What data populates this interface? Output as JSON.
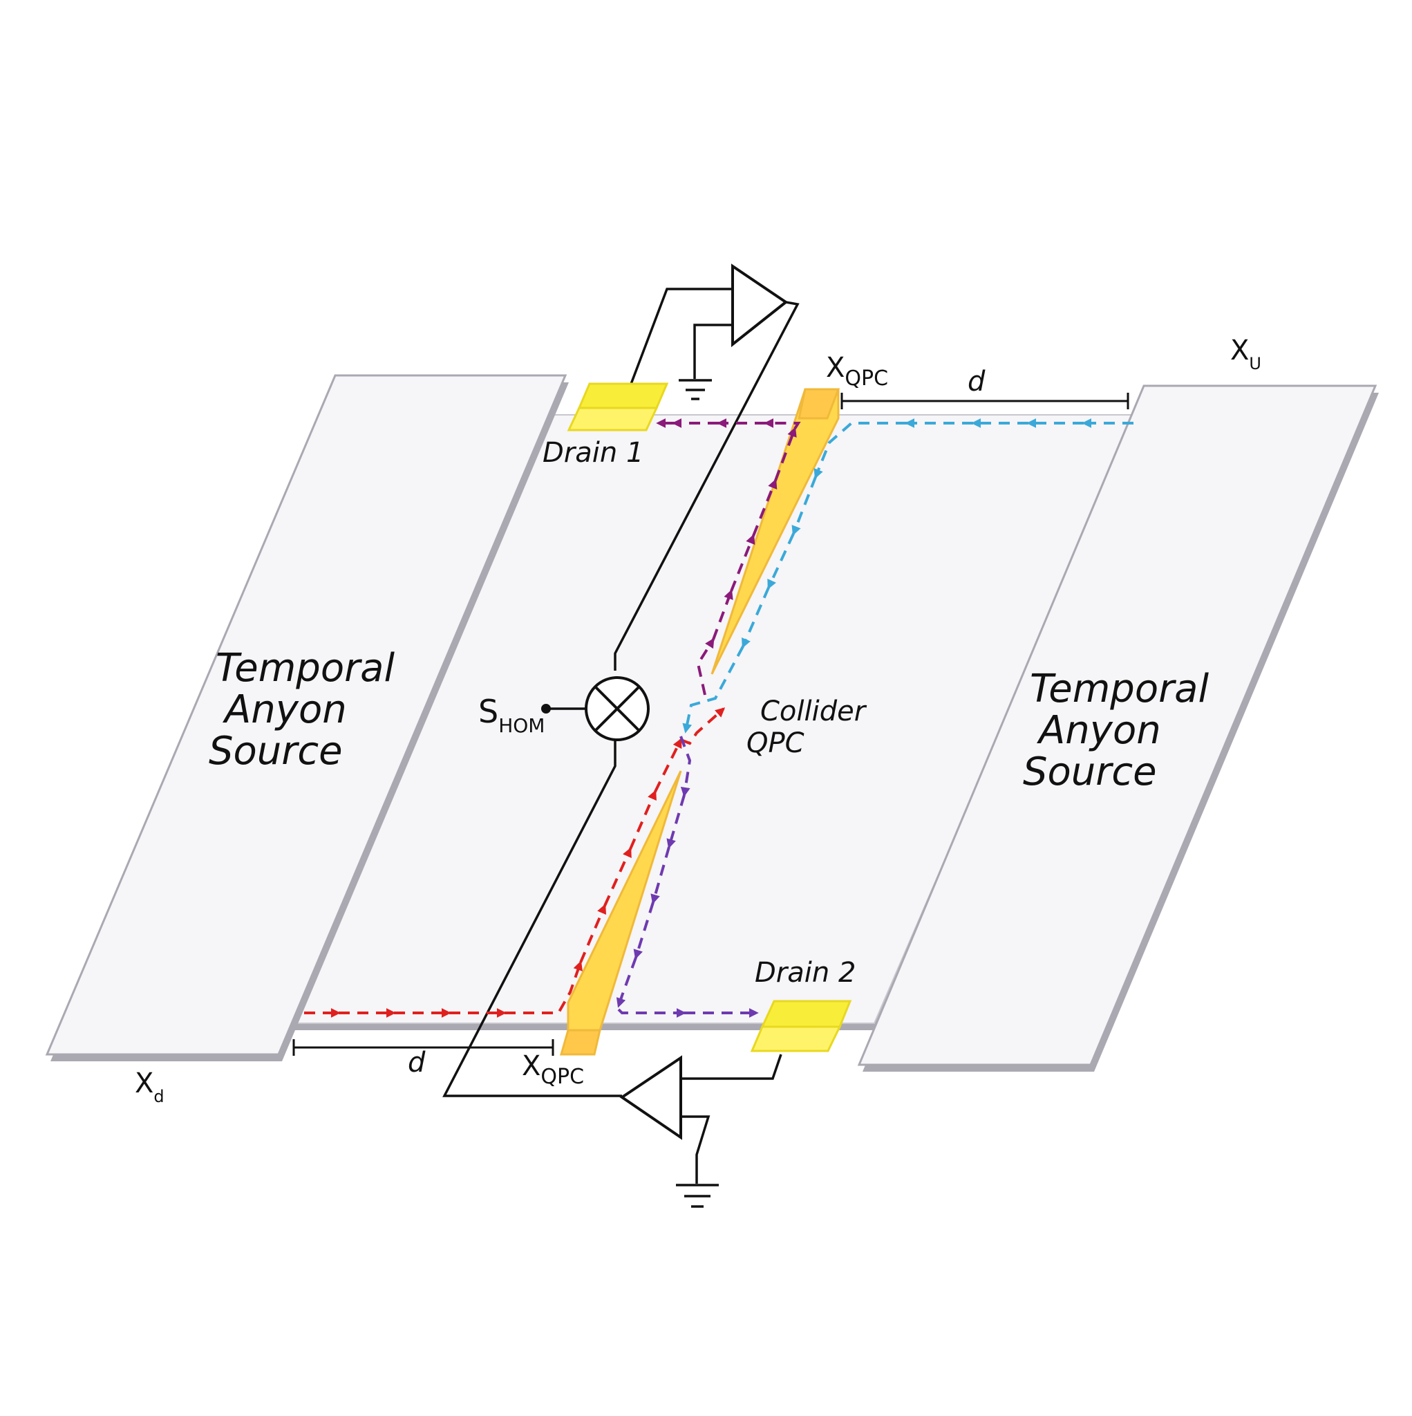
{
  "labels": {
    "source_left": [
      "Temporal",
      "Anyon",
      "Source"
    ],
    "source_right": [
      "Temporal",
      "Anyon",
      "Source"
    ],
    "drain1": "Drain 1",
    "drain2": "Drain 2",
    "collider": [
      "Collider",
      "QPC"
    ],
    "x_u": {
      "main": "X",
      "sub": "U"
    },
    "x_d": {
      "main": "X",
      "sub": "d"
    },
    "x_qpc_top": {
      "main": "X",
      "sub": "QPC"
    },
    "x_qpc_bottom": {
      "main": "X",
      "sub": "QPC"
    },
    "d_top": "d",
    "d_bottom": "d",
    "s_hom": {
      "main": "S",
      "sub": "HOM"
    }
  },
  "colors": {
    "sheet": "#f6f5f7",
    "sheet_edge": "#aaa9b2",
    "gate": "#ffd84d",
    "contact": "#f8ee3a",
    "red_path": "#e0201f",
    "purple_path": "#8b1a7a",
    "violet_path": "#6e3ab0",
    "cyan_path": "#3aa9d9",
    "wire": "#111111"
  },
  "icons": {
    "amplifier_top": "amplifier-icon",
    "amplifier_bottom": "amplifier-icon",
    "ground_top": "ground-icon",
    "ground_bottom": "ground-icon",
    "multiplier": "cross-correlator-icon"
  }
}
